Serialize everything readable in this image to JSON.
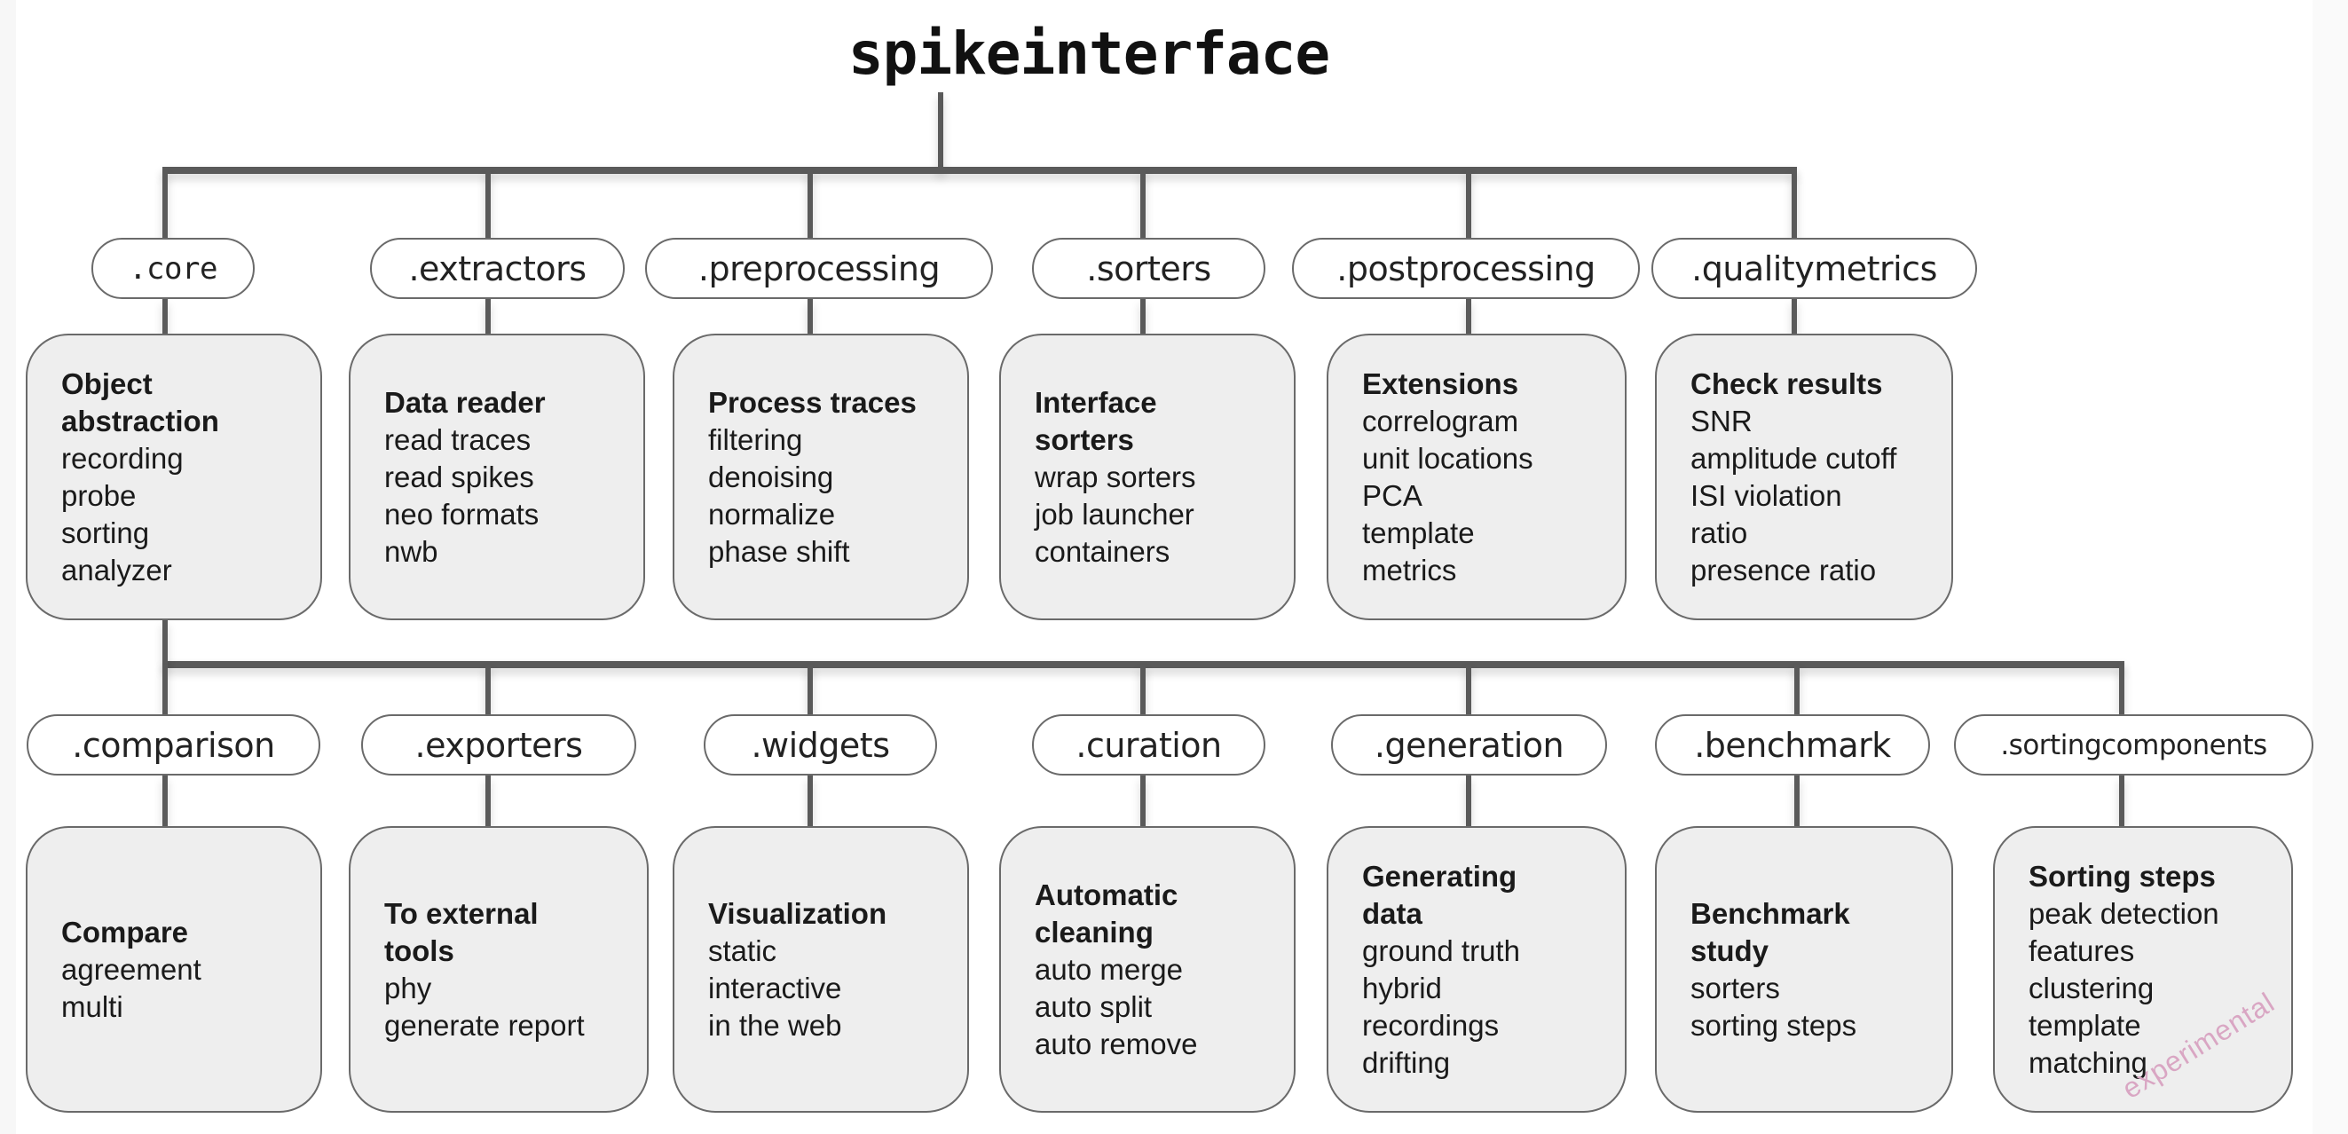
{
  "title": "spikeinterface",
  "row1": [
    {
      "module": ".core",
      "heading": [
        "Object",
        "abstraction"
      ],
      "items": [
        "recording",
        "probe",
        "sorting",
        "analyzer"
      ]
    },
    {
      "module": ".extractors",
      "heading": [
        "Data reader"
      ],
      "items": [
        "read traces",
        "read spikes",
        "neo formats",
        "nwb"
      ]
    },
    {
      "module": ".preprocessing",
      "heading": [
        "Process traces"
      ],
      "items": [
        "filtering",
        "denoising",
        "normalize",
        "phase shift"
      ]
    },
    {
      "module": ".sorters",
      "heading": [
        "Interface",
        "sorters"
      ],
      "items": [
        "wrap sorters",
        "job launcher",
        "containers"
      ]
    },
    {
      "module": ".postprocessing",
      "heading": [
        "Extensions"
      ],
      "items": [
        "correlogram",
        "unit locations",
        "PCA",
        "template",
        "metrics"
      ]
    },
    {
      "module": ".qualitymetrics",
      "heading": [
        "Check results"
      ],
      "items": [
        "SNR",
        "amplitude cutoff",
        "ISI violation",
        "ratio",
        "presence ratio"
      ]
    }
  ],
  "row2": [
    {
      "module": ".comparison",
      "heading": [
        "Compare"
      ],
      "items": [
        "agreement",
        "multi"
      ]
    },
    {
      "module": ".exporters",
      "heading": [
        "To external",
        "tools"
      ],
      "items": [
        "phy",
        "generate report"
      ]
    },
    {
      "module": ".widgets",
      "heading": [
        "Visualization"
      ],
      "items": [
        "static",
        "interactive",
        "in the web"
      ]
    },
    {
      "module": ".curation",
      "heading": [
        "Automatic",
        "cleaning"
      ],
      "items": [
        "auto merge",
        "auto split",
        "auto remove"
      ]
    },
    {
      "module": ".generation",
      "heading": [
        "Generating",
        "data"
      ],
      "items": [
        "ground truth",
        "hybrid",
        "recordings",
        "drifting"
      ]
    },
    {
      "module": ".benchmark",
      "heading": [
        "Benchmark",
        "study"
      ],
      "items": [
        "sorters",
        "sorting steps"
      ]
    },
    {
      "module": ".sortingcomponents",
      "heading": [
        "Sorting steps"
      ],
      "items": [
        "peak detection",
        "features",
        "clustering",
        "template",
        "matching"
      ],
      "badge": "experimental"
    }
  ],
  "colors": {
    "line": "#5a5a5a",
    "box_fill": "#eeeeee",
    "pill_fill": "#ffffff",
    "badge": "#d9a6c3"
  }
}
